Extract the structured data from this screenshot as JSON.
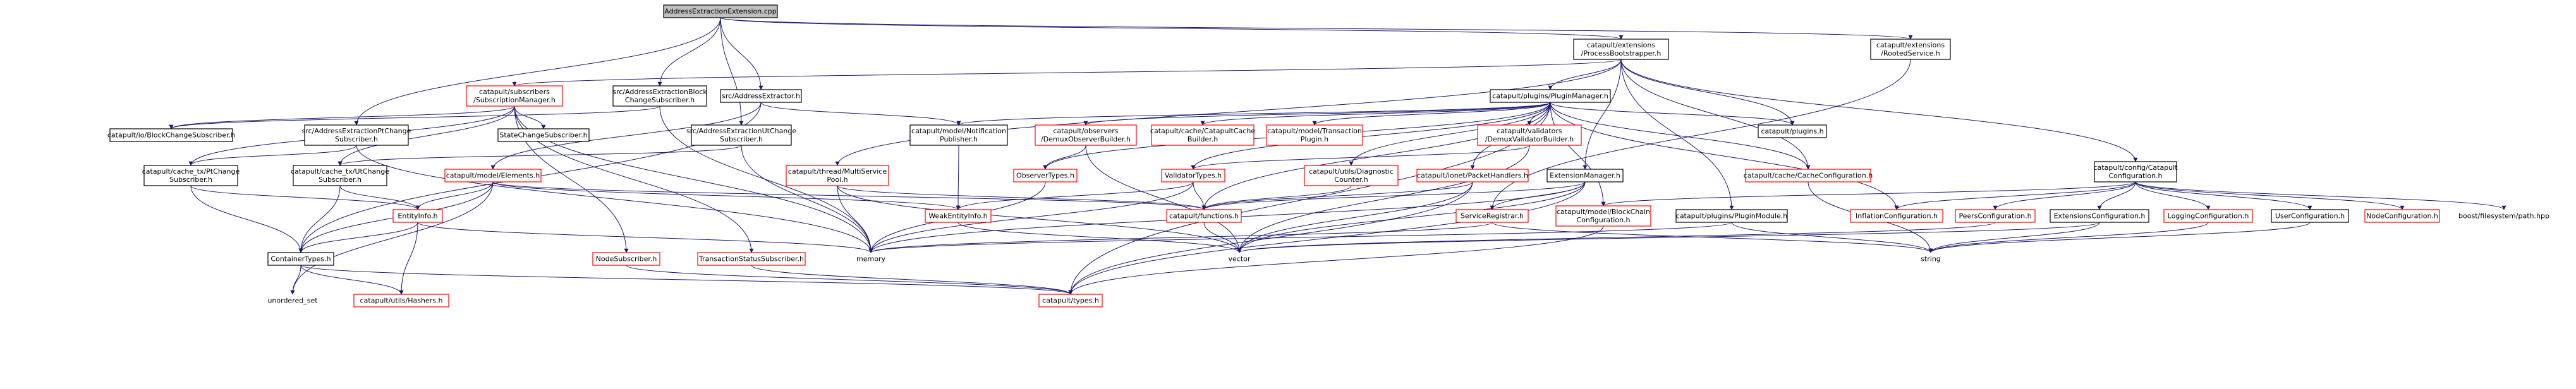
{
  "colors": {
    "edge": "#191970",
    "root_fill": "#bfbfbf",
    "root_stroke": "#000000",
    "normal_stroke": "#000000",
    "missing_stroke": "#ff0000",
    "no_border_text": "#555555"
  },
  "nodes": [
    {
      "id": "root",
      "lines": [
        "AddressExtractionExtension.cpp"
      ],
      "style": "root"
    },
    {
      "id": "procboot",
      "lines": [
        "catapult/extensions",
        "/ProcessBootstrapper.h"
      ],
      "style": "normal"
    },
    {
      "id": "rooted",
      "lines": [
        "catapult/extensions",
        "/RootedService.h"
      ],
      "style": "normal"
    },
    {
      "id": "subman",
      "lines": [
        "catapult/subscribers",
        "/SubscriptionManager.h"
      ],
      "style": "missing"
    },
    {
      "id": "aeblock",
      "lines": [
        "src/AddressExtractionBlock",
        "ChangeSubscriber.h"
      ],
      "style": "normal"
    },
    {
      "id": "aextractor",
      "lines": [
        "src/AddressExtractor.h"
      ],
      "style": "normal"
    },
    {
      "id": "pluginman",
      "lines": [
        "catapult/plugins/PluginManager.h"
      ],
      "style": "normal"
    },
    {
      "id": "ioblock",
      "lines": [
        "catapult/io/BlockChangeSubscriber.h"
      ],
      "style": "normal"
    },
    {
      "id": "statechange",
      "lines": [
        "StateChangeSubscriber.h"
      ],
      "style": "normal"
    },
    {
      "id": "aept",
      "lines": [
        "src/AddressExtractionPtChange",
        "Subscriber.h"
      ],
      "style": "normal"
    },
    {
      "id": "aeut",
      "lines": [
        "src/AddressExtractionUtChange",
        "Subscriber.h"
      ],
      "style": "normal"
    },
    {
      "id": "notifpub",
      "lines": [
        "catapult/model/Notification",
        "Publisher.h"
      ],
      "style": "normal"
    },
    {
      "id": "demuxobs",
      "lines": [
        "catapult/observers",
        "/DemuxObserverBuilder.h"
      ],
      "style": "missing"
    },
    {
      "id": "catcache",
      "lines": [
        "catapult/cache/CatapultCache",
        "Builder.h"
      ],
      "style": "missing"
    },
    {
      "id": "txplugin",
      "lines": [
        "catapult/model/Transaction",
        "Plugin.h"
      ],
      "style": "missing"
    },
    {
      "id": "demuxval",
      "lines": [
        "catapult/validators",
        "/DemuxValidatorBuilder.h"
      ],
      "style": "missing"
    },
    {
      "id": "plugins",
      "lines": [
        "catapult/plugins.h"
      ],
      "style": "normal"
    },
    {
      "id": "cachept",
      "lines": [
        "catapult/cache_tx/PtChange",
        "Subscriber.h"
      ],
      "style": "normal"
    },
    {
      "id": "cacheut",
      "lines": [
        "catapult/cache_tx/UtChange",
        "Subscriber.h"
      ],
      "style": "normal"
    },
    {
      "id": "elements",
      "lines": [
        "catapult/model/Elements.h"
      ],
      "style": "missing"
    },
    {
      "id": "threadpool",
      "lines": [
        "catapult/thread/MultiService",
        "Pool.h"
      ],
      "style": "missing"
    },
    {
      "id": "obstypes",
      "lines": [
        "ObserverTypes.h"
      ],
      "style": "missing"
    },
    {
      "id": "valtypes",
      "lines": [
        "ValidatorTypes.h"
      ],
      "style": "missing"
    },
    {
      "id": "diagcounter",
      "lines": [
        "catapult/utils/Diagnostic",
        "Counter.h"
      ],
      "style": "missing"
    },
    {
      "id": "packethandlers",
      "lines": [
        "catapult/ionet/PacketHandlers.h"
      ],
      "style": "missing"
    },
    {
      "id": "extman",
      "lines": [
        "ExtensionManager.h"
      ],
      "style": "normal"
    },
    {
      "id": "cachecfg",
      "lines": [
        "catapult/cache/CacheConfiguration.h"
      ],
      "style": "missing"
    },
    {
      "id": "catcfg",
      "lines": [
        "catapult/config/Catapult",
        "Configuration.h"
      ],
      "style": "normal"
    },
    {
      "id": "weakentity",
      "lines": [
        "WeakEntityInfo.h"
      ],
      "style": "missing"
    },
    {
      "id": "functions",
      "lines": [
        "catapult/functions.h"
      ],
      "style": "missing"
    },
    {
      "id": "entityinfo",
      "lines": [
        "EntityInfo.h"
      ],
      "style": "missing"
    },
    {
      "id": "servreg",
      "lines": [
        "ServiceRegistrar.h"
      ],
      "style": "missing"
    },
    {
      "id": "blockchaincfg",
      "lines": [
        "catapult/model/BlockChain",
        "Configuration.h"
      ],
      "style": "missing"
    },
    {
      "id": "pluginmodule",
      "lines": [
        "catapult/plugins/PluginModule.h"
      ],
      "style": "normal"
    },
    {
      "id": "inflation",
      "lines": [
        "InflationConfiguration.h"
      ],
      "style": "missing"
    },
    {
      "id": "peerscfg",
      "lines": [
        "PeersConfiguration.h"
      ],
      "style": "missing"
    },
    {
      "id": "extcfg",
      "lines": [
        "ExtensionsConfiguration.h"
      ],
      "style": "normal"
    },
    {
      "id": "logcfg",
      "lines": [
        "LoggingConfiguration.h"
      ],
      "style": "missing"
    },
    {
      "id": "usercfg",
      "lines": [
        "UserConfiguration.h"
      ],
      "style": "normal"
    },
    {
      "id": "nodecfg",
      "lines": [
        "NodeConfiguration.h"
      ],
      "style": "missing"
    },
    {
      "id": "boostfs",
      "lines": [
        "boost/filesystem/path.hpp"
      ],
      "style": "noborder"
    },
    {
      "id": "containertypes",
      "lines": [
        "ContainerTypes.h"
      ],
      "style": "normal"
    },
    {
      "id": "memory",
      "lines": [
        "memory"
      ],
      "style": "noborder"
    },
    {
      "id": "vector",
      "lines": [
        "vector"
      ],
      "style": "noborder"
    },
    {
      "id": "string",
      "lines": [
        "string"
      ],
      "style": "noborder"
    },
    {
      "id": "nodesub",
      "lines": [
        "NodeSubscriber.h"
      ],
      "style": "missing"
    },
    {
      "id": "txstatus",
      "lines": [
        "TransactionStatusSubscriber.h"
      ],
      "style": "missing"
    },
    {
      "id": "unordered",
      "lines": [
        "unordered_set"
      ],
      "style": "noborder"
    },
    {
      "id": "hashers",
      "lines": [
        "catapult/utils/Hashers.h"
      ],
      "style": "missing"
    },
    {
      "id": "types",
      "lines": [
        "catapult/types.h"
      ],
      "style": "missing"
    }
  ],
  "edges": [
    [
      "root",
      "procboot"
    ],
    [
      "root",
      "rooted"
    ],
    [
      "root",
      "aeblock"
    ],
    [
      "root",
      "aextractor"
    ],
    [
      "root",
      "aept"
    ],
    [
      "root",
      "aeut"
    ],
    [
      "procboot",
      "subman"
    ],
    [
      "procboot",
      "pluginman"
    ],
    [
      "procboot",
      "plugins"
    ],
    [
      "procboot",
      "extman"
    ],
    [
      "procboot",
      "catcfg"
    ],
    [
      "procboot",
      "threadpool"
    ],
    [
      "procboot",
      "pluginmodule"
    ],
    [
      "procboot",
      "cachecfg"
    ],
    [
      "rooted",
      "servreg"
    ],
    [
      "subman",
      "ioblock"
    ],
    [
      "subman",
      "statechange"
    ],
    [
      "subman",
      "cachept"
    ],
    [
      "subman",
      "cacheut"
    ],
    [
      "subman",
      "nodesub"
    ],
    [
      "subman",
      "txstatus"
    ],
    [
      "subman",
      "memory"
    ],
    [
      "aeblock",
      "ioblock"
    ],
    [
      "aeblock",
      "memory"
    ],
    [
      "aextractor",
      "notifpub"
    ],
    [
      "aextractor",
      "containertypes"
    ],
    [
      "aextractor",
      "elements"
    ],
    [
      "pluginman",
      "notifpub"
    ],
    [
      "pluginman",
      "demuxobs"
    ],
    [
      "pluginman",
      "catcache"
    ],
    [
      "pluginman",
      "txplugin"
    ],
    [
      "pluginman",
      "demuxval"
    ],
    [
      "pluginman",
      "plugins"
    ],
    [
      "pluginman",
      "obstypes"
    ],
    [
      "pluginman",
      "valtypes"
    ],
    [
      "pluginman",
      "diagcounter"
    ],
    [
      "pluginman",
      "packethandlers"
    ],
    [
      "pluginman",
      "cachecfg"
    ],
    [
      "pluginman",
      "blockchaincfg"
    ],
    [
      "pluginman",
      "inflation"
    ],
    [
      "pluginman",
      "types"
    ],
    [
      "pluginman",
      "functions"
    ],
    [
      "aept",
      "cachept"
    ],
    [
      "aept",
      "memory"
    ],
    [
      "aeut",
      "cacheut"
    ],
    [
      "aeut",
      "memory"
    ],
    [
      "notifpub",
      "weakentity"
    ],
    [
      "demuxobs",
      "obstypes"
    ],
    [
      "demuxobs",
      "vector"
    ],
    [
      "demuxval",
      "valtypes"
    ],
    [
      "demuxval",
      "vector"
    ],
    [
      "cachept",
      "containertypes"
    ],
    [
      "cachept",
      "entityinfo"
    ],
    [
      "cacheut",
      "containertypes"
    ],
    [
      "cacheut",
      "entityinfo"
    ],
    [
      "elements",
      "weakentity"
    ],
    [
      "elements",
      "entityinfo"
    ],
    [
      "elements",
      "containertypes"
    ],
    [
      "elements",
      "functions"
    ],
    [
      "elements",
      "unordered"
    ],
    [
      "threadpool",
      "functions"
    ],
    [
      "threadpool",
      "memory"
    ],
    [
      "threadpool",
      "vector"
    ],
    [
      "obstypes",
      "memory"
    ],
    [
      "valtypes",
      "weakentity"
    ],
    [
      "valtypes",
      "functions"
    ],
    [
      "valtypes",
      "memory"
    ],
    [
      "diagcounter",
      "functions"
    ],
    [
      "packethandlers",
      "functions"
    ],
    [
      "packethandlers",
      "vector"
    ],
    [
      "packethandlers",
      "types"
    ],
    [
      "extman",
      "servreg"
    ],
    [
      "extman",
      "functions"
    ],
    [
      "extman",
      "memory"
    ],
    [
      "extman",
      "vector"
    ],
    [
      "extman",
      "types"
    ],
    [
      "cachecfg",
      "string"
    ],
    [
      "catcfg",
      "blockchaincfg"
    ],
    [
      "catcfg",
      "inflation"
    ],
    [
      "catcfg",
      "peerscfg"
    ],
    [
      "catcfg",
      "extcfg"
    ],
    [
      "catcfg",
      "logcfg"
    ],
    [
      "catcfg",
      "usercfg"
    ],
    [
      "catcfg",
      "nodecfg"
    ],
    [
      "catcfg",
      "boostfs"
    ],
    [
      "weakentity",
      "vector"
    ],
    [
      "entityinfo",
      "containertypes"
    ],
    [
      "entityinfo",
      "hashers"
    ],
    [
      "entityinfo",
      "memory"
    ],
    [
      "servreg",
      "memory"
    ],
    [
      "servreg",
      "string"
    ],
    [
      "blockchaincfg",
      "types"
    ],
    [
      "pluginmodule",
      "memory"
    ],
    [
      "pluginmodule",
      "string"
    ],
    [
      "peerscfg",
      "vector"
    ],
    [
      "extcfg",
      "string"
    ],
    [
      "extcfg",
      "vector"
    ],
    [
      "logcfg",
      "string"
    ],
    [
      "usercfg",
      "string"
    ],
    [
      "containertypes",
      "unordered"
    ],
    [
      "containertypes",
      "hashers"
    ],
    [
      "containertypes",
      "types"
    ],
    [
      "nodesub",
      "types"
    ],
    [
      "txstatus",
      "types"
    ],
    [
      "functions",
      "vector"
    ]
  ]
}
